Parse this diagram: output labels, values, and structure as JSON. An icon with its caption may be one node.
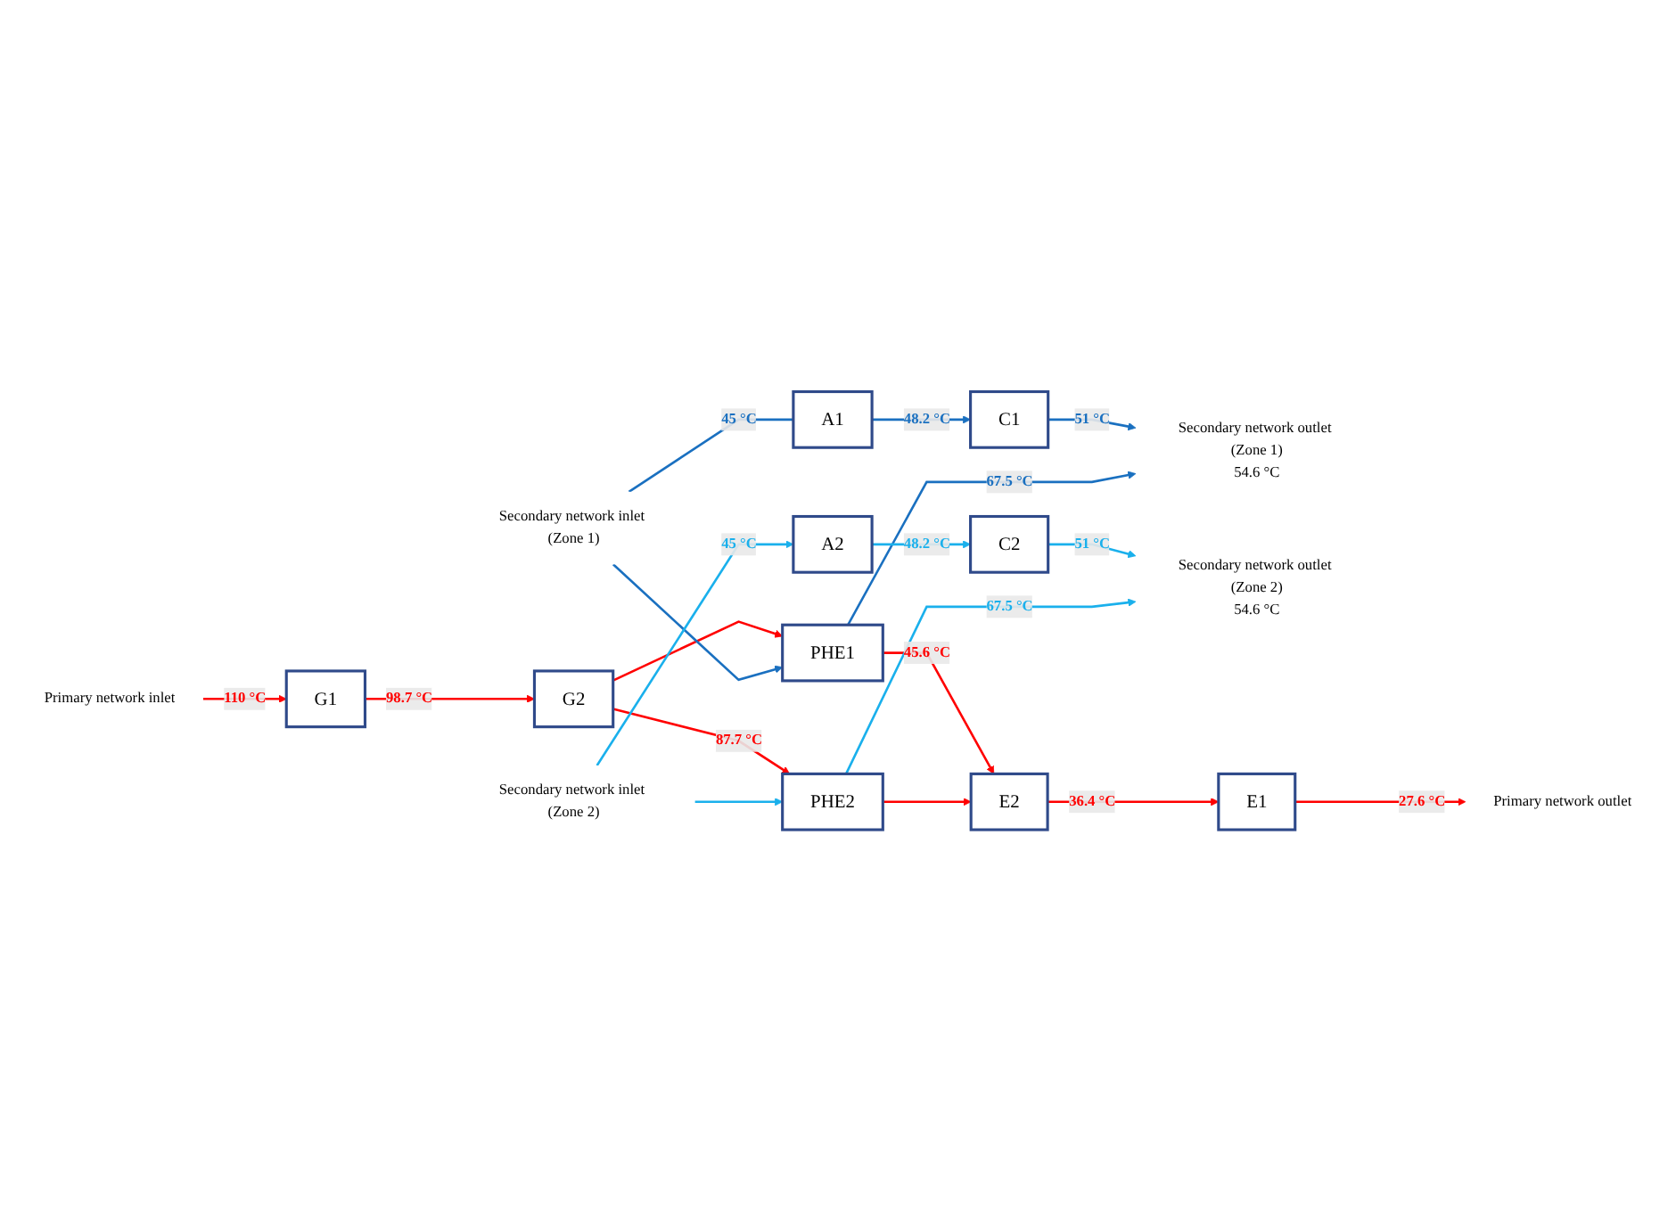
{
  "diagram": {
    "nodes": [
      {
        "text": [
          "Secondary network outlet (Zone 1)",
          "54.6 °C"
        ]
      },
      {
        "text": [
          "Secondary network outlet (Zone 2)",
          "54.6 °C"
        ]
      },
      {
        "text": [
          "C1"
        ]
      },
      {
        "text": [
          "C2"
        ]
      },
      {
        "text": [
          "Primary network inlet"
        ]
      },
      {
        "text": [
          "G1"
        ]
      },
      {
        "text": [
          "G2"
        ]
      },
      {
        "text": [
          "PHE1"
        ]
      },
      {
        "text": [
          "PHE2"
        ]
      },
      {
        "text": [
          "Primary network outlet"
        ]
      },
      {
        "text": [
          "E1"
        ]
      },
      {
        "text": [
          "E2"
        ]
      },
      {
        "text": [
          "A1"
        ]
      },
      {
        "text": [
          "A2"
        ]
      },
      {
        "text": [
          "Secondary network inlet (Zone 2)"
        ]
      },
      {
        "text": [
          "Secondary network inlet (Zone 1)"
        ]
      }
    ],
    "edges": [
      {
        "from": 4,
        "to": 5,
        "arrow": "to",
        "label": "110 °C",
        "color": "#ff0000"
      },
      {
        "from": 5,
        "to": 6,
        "arrow": "to",
        "label": "98.7 °C",
        "color": "#ff0000"
      },
      {
        "from": 6,
        "to": 7,
        "arrow": "to",
        "color": "#ff0000"
      },
      {
        "from": 6,
        "to": 8,
        "arrow": "to",
        "label": "87.7 °C",
        "color": "#ff0000"
      },
      {
        "from": 7,
        "to": 11,
        "arrow": "to",
        "label": "45.6 °C",
        "color": "#ff0000"
      },
      {
        "from": 8,
        "to": 11,
        "arrow": "to",
        "color": "#ff0000"
      },
      {
        "from": 11,
        "to": 10,
        "arrow": "to",
        "label": "36.4 °C",
        "color": "#ff0000"
      },
      {
        "from": 10,
        "to": 9,
        "arrow": "to",
        "label": "27.6 °C",
        "color": "#ff0000"
      },
      {
        "from": 15,
        "to": 12,
        "arrow": "none",
        "label": "45 °C",
        "color": "#1a70c0"
      },
      {
        "from": 15,
        "to": 7,
        "arrow": "to",
        "color": "#1a70c0"
      },
      {
        "from": 12,
        "to": 2,
        "arrow": "to",
        "label": "48.2 °C",
        "color": "#1a70c0"
      },
      {
        "from": 2,
        "to": 0,
        "arrow": "to",
        "label": "51 °C",
        "color": "#1a70c0"
      },
      {
        "from": 7,
        "to": 0,
        "arrow": "to",
        "label": "67.5 °C",
        "color": "#1a70c0"
      },
      {
        "from": 14,
        "to": 13,
        "arrow": "to",
        "label": "45 °C",
        "color": "#1ab0ec"
      },
      {
        "from": 14,
        "to": 8,
        "arrow": "to",
        "color": "#1ab0ec"
      },
      {
        "from": 13,
        "to": 3,
        "arrow": "to",
        "label": "48.2 °C",
        "color": "#1ab0ec"
      },
      {
        "from": 3,
        "to": 1,
        "arrow": "to",
        "label": "51 °C",
        "color": "#1ab0ec"
      },
      {
        "from": 8,
        "to": 1,
        "arrow": "to",
        "label": "67.5 °C",
        "color": "#1ab0ec"
      }
    ]
  }
}
